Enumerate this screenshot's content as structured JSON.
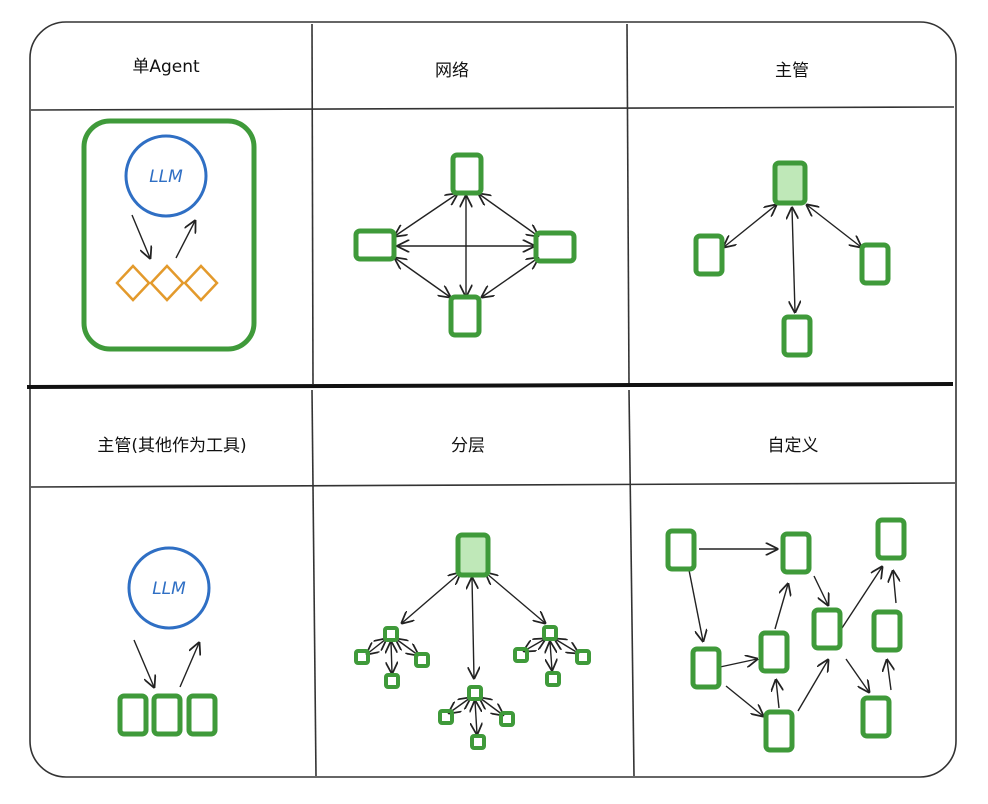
{
  "cells": {
    "single": {
      "title": "单Agent",
      "llm": "LLM"
    },
    "network": {
      "title": "网络"
    },
    "supervisor": {
      "title": "主管"
    },
    "supervisor_tools": {
      "title": "主管(其他作为工具)",
      "llm": "LLM"
    },
    "hierarchical": {
      "title": "分层"
    },
    "custom": {
      "title": "自定义"
    }
  },
  "colors": {
    "node_stroke": "#3f9a3a",
    "node_fill_root": "#bfe8b8",
    "llm_stroke": "#2f6fc4",
    "tool_stroke": "#e39a2c",
    "line": "#222222"
  }
}
